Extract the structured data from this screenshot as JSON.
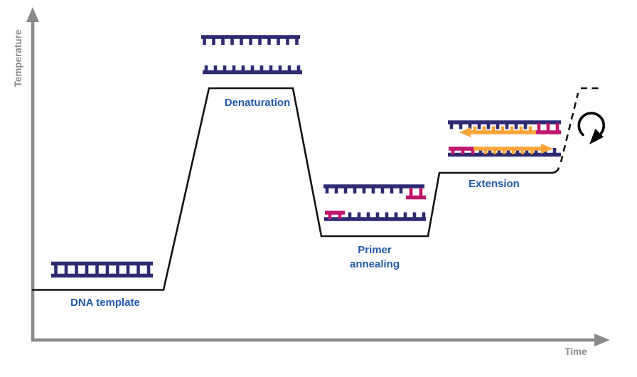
{
  "diagram": {
    "subject": "PCR thermal cycling profile",
    "axes": {
      "y_label": "Temperature",
      "x_label": "Time"
    },
    "stages": {
      "dna_template": "DNA template",
      "denaturation": "Denaturation",
      "primer_annealing": "Primer annealing",
      "extension": "Extension"
    },
    "icons": {
      "cycle_arrow": "clockwise-cycle-arrow",
      "y_axis_arrow": "up-arrow",
      "x_axis_arrow": "right-arrow"
    }
  },
  "colors": {
    "dna_navy": "#2e2a72",
    "primer_magenta": "#c0156c",
    "new_strand_orange": "#f9a53a",
    "label_blue": "#1f5baa",
    "axis_gray": "#8a8a8a",
    "profile_line": "#121212"
  }
}
